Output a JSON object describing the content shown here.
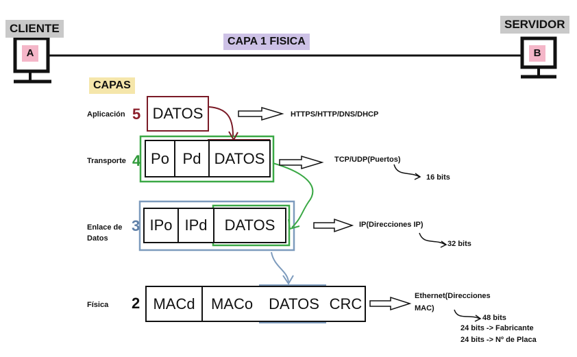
{
  "nodes": {
    "client": {
      "label": "CLIENTE",
      "letter": "A"
    },
    "server": {
      "label": "SERVIDOR",
      "letter": "B"
    }
  },
  "link_label": "CAPA 1 FISICA",
  "layers_title": "CAPAS",
  "layers": [
    {
      "name": "Aplicación",
      "number": "5",
      "cells": [
        "DATOS"
      ],
      "protocol": "HTTPS/HTTP/DNS/DHCP",
      "bits": ""
    },
    {
      "name": "Transporte",
      "number": "4",
      "cells": [
        "Po",
        "Pd",
        "DATOS"
      ],
      "protocol": "TCP/UDP(Puertos)",
      "bits": "16 bits"
    },
    {
      "name_line1": "Enlace de",
      "name_line2": "Datos",
      "number": "3",
      "cells": [
        "IPo",
        "IPd",
        "DATOS"
      ],
      "protocol": "IP(Direcciones IP)",
      "bits": "32 bits"
    },
    {
      "name": "Física",
      "number": "2",
      "cells": [
        "MACd",
        "MACo",
        "DATOS",
        "CRC"
      ],
      "protocol_line1": "Ethernet(Direcciones",
      "protocol_line2": "MAC)",
      "bits": "48 bits",
      "notes": [
        "24 bits -> Fabricante",
        "24 bits -> Nº de Placa"
      ]
    }
  ],
  "colors": {
    "application": "#7a1a26",
    "transport": "#3aa845",
    "datalink": "#7d9bbd",
    "number_app": "#8b1e2a",
    "number_transport": "#2f9a3a",
    "number_datalink": "#5f80a8",
    "link_label_bg": "#cdc1e6",
    "layers_title_bg": "#f5e6ab",
    "node_label_bg": "#c9c9c9",
    "pc_letter_bg": "#f4b6c8"
  }
}
